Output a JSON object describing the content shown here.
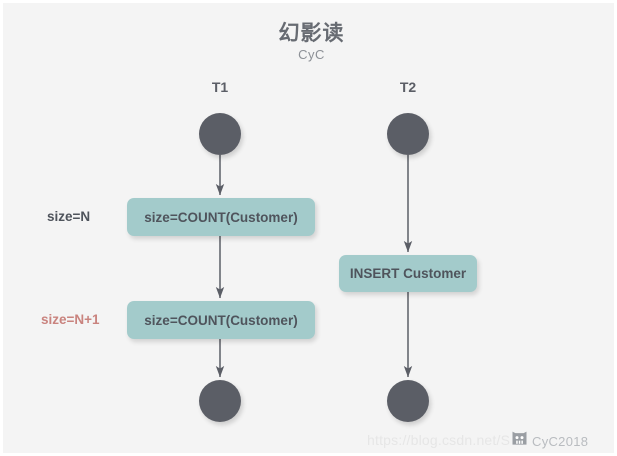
{
  "diagram": {
    "title": "幻影读",
    "subtitle": "CyC",
    "background_color": "#f4f4f4",
    "box_color": "#a3cbcb",
    "node_color": "#5b5e66",
    "highlight_color": "#c9837e",
    "columns": [
      {
        "id": "t1",
        "label": "T1"
      },
      {
        "id": "t2",
        "label": "T2"
      }
    ],
    "nodes": [
      {
        "id": "t1-start",
        "type": "start-node",
        "column": "t1"
      },
      {
        "id": "t2-start",
        "type": "start-node",
        "column": "t2"
      },
      {
        "id": "t1-end",
        "type": "end-node",
        "column": "t1"
      },
      {
        "id": "t2-end",
        "type": "end-node",
        "column": "t2"
      }
    ],
    "activities": [
      {
        "id": "box-count-1",
        "label": "size=COUNT(Customer)",
        "column": "t1"
      },
      {
        "id": "box-count-2",
        "label": "size=COUNT(Customer)",
        "column": "t1"
      },
      {
        "id": "box-insert",
        "label": "INSERT Customer",
        "column": "t2"
      }
    ],
    "annotations": [
      {
        "id": "annot-size-n",
        "label": "size=N",
        "color": "#4f545c"
      },
      {
        "id": "annot-size-n1",
        "label": "size=N+1",
        "color": "#c9837e"
      }
    ]
  },
  "watermark": {
    "url": "https://blog.csdn.net/S",
    "badge_text": "CyC2018",
    "badge_icon": "cat-icon"
  }
}
